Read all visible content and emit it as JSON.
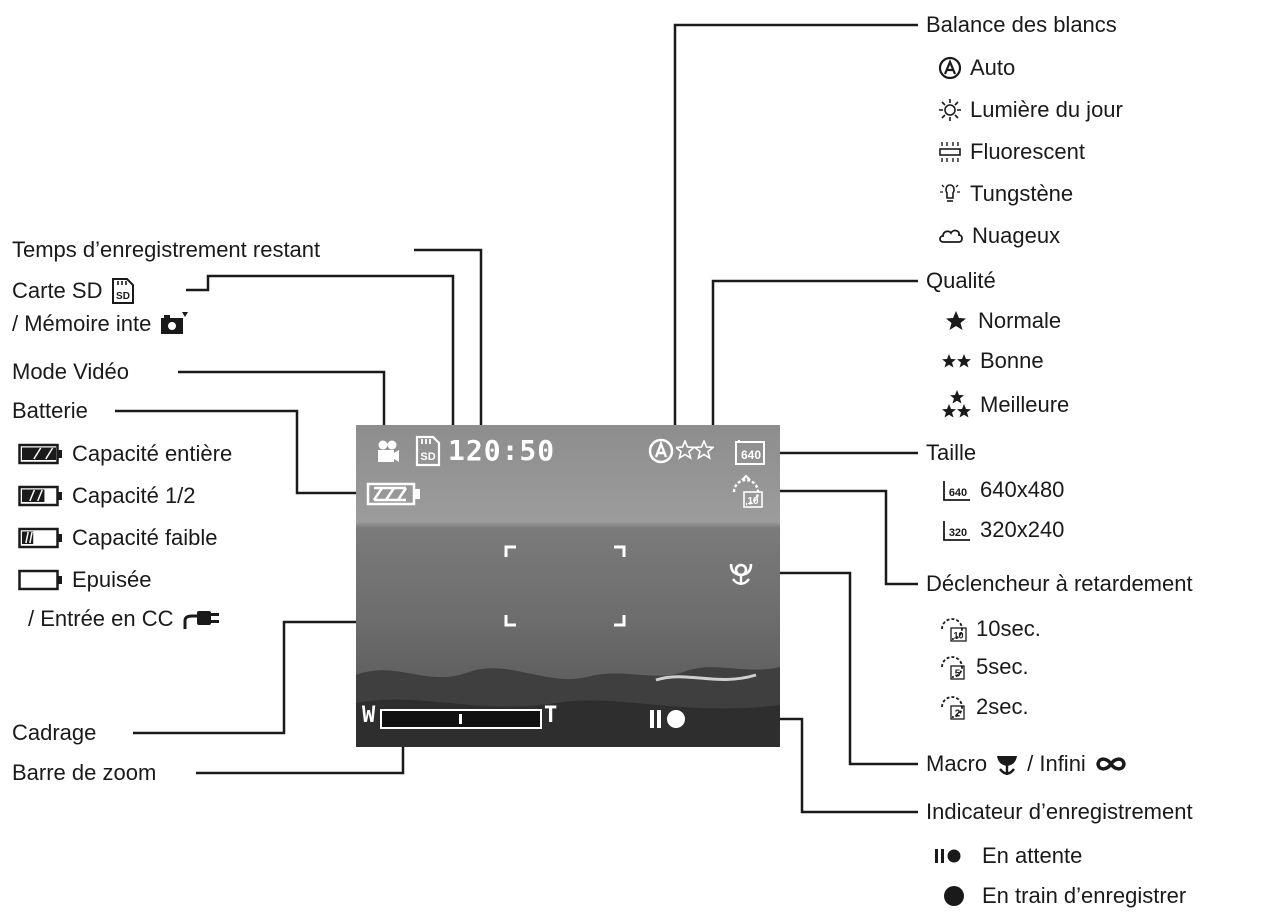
{
  "callouts": {
    "remaining_time": "Temps d’enregistrement restant",
    "sd_card": "Carte SD",
    "internal_memory": "/ Mémoire inte",
    "video_mode": "Mode Vidéo",
    "battery": "Batterie",
    "framing": "Cadrage",
    "zoom_bar": "Barre de zoom",
    "white_balance": "Balance des blancs",
    "quality": "Qualité",
    "size": "Taille",
    "self_timer": "Déclencheur à retardement",
    "macro": "Macro",
    "infinity": "/ Infini",
    "rec_indicator": "Indicateur d’enregistrement"
  },
  "battery_levels": [
    {
      "label": "Capacité entière",
      "fill": 1.0
    },
    {
      "label": "Capacité 1/2",
      "fill": 0.66
    },
    {
      "label": "Capacité faible",
      "fill": 0.33
    },
    {
      "label": "Epuisée",
      "fill": 0.0
    }
  ],
  "dc_input": "/ Entrée en CC",
  "white_balance_options": [
    "Auto",
    "Lumière du jour",
    "Fluorescent",
    "Tungstène",
    "Nuageux"
  ],
  "quality_options": [
    "Normale",
    "Bonne",
    "Meilleure"
  ],
  "size_options": [
    {
      "label": "640x480",
      "badge": "640"
    },
    {
      "label": "320x240",
      "badge": "320"
    }
  ],
  "timer_options": [
    {
      "label": "10sec.",
      "badge": "10"
    },
    {
      "label": "5sec.",
      "badge": "5"
    },
    {
      "label": "2sec.",
      "badge": "2"
    }
  ],
  "rec_options": [
    "En attente",
    "En train d’enregistrer"
  ],
  "screen": {
    "time": "120:50",
    "sd_badge": "SD",
    "size_badge": "640",
    "timer_badge": "10",
    "zoom_w": "W",
    "zoom_t": "T",
    "zoom_level": 0.5
  },
  "colors": {
    "ink": "#1a1a1a",
    "screen_text": "#ffffff"
  }
}
